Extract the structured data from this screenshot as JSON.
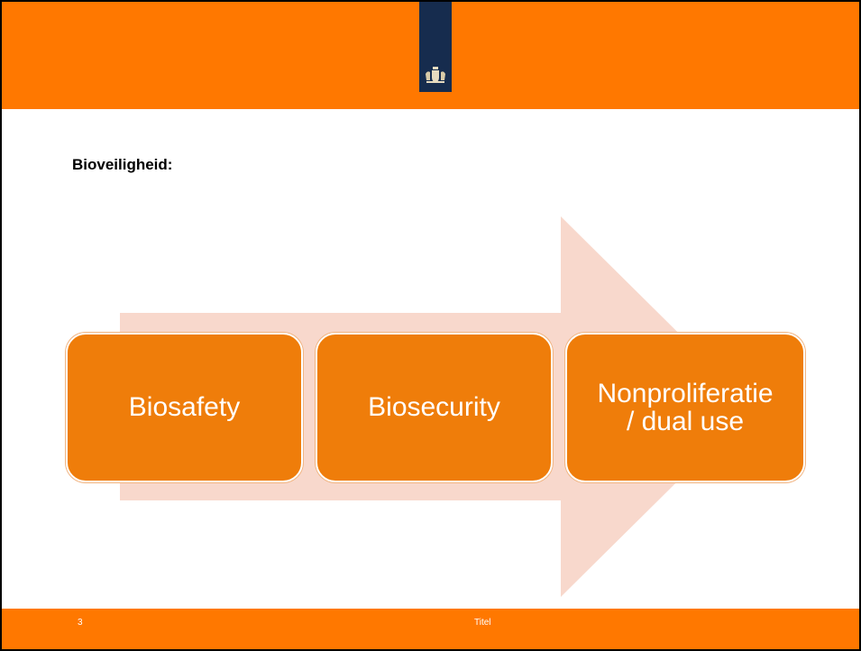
{
  "slide": {
    "heading": "Bioveiligheid:",
    "steps": [
      {
        "label": "Biosafety"
      },
      {
        "label": "Biosecurity"
      },
      {
        "label": "Nonproliferatie\n/ dual use"
      }
    ]
  },
  "footer": {
    "page_number": "3",
    "title": "Titel"
  },
  "logo": {
    "icon": "coat-of-arms-icon"
  },
  "colors": {
    "brand_orange": "#ff7800",
    "box_orange": "#ef7d0a",
    "arrow_tint": "#f8d8cc",
    "emblem_blue": "#162c4e"
  }
}
